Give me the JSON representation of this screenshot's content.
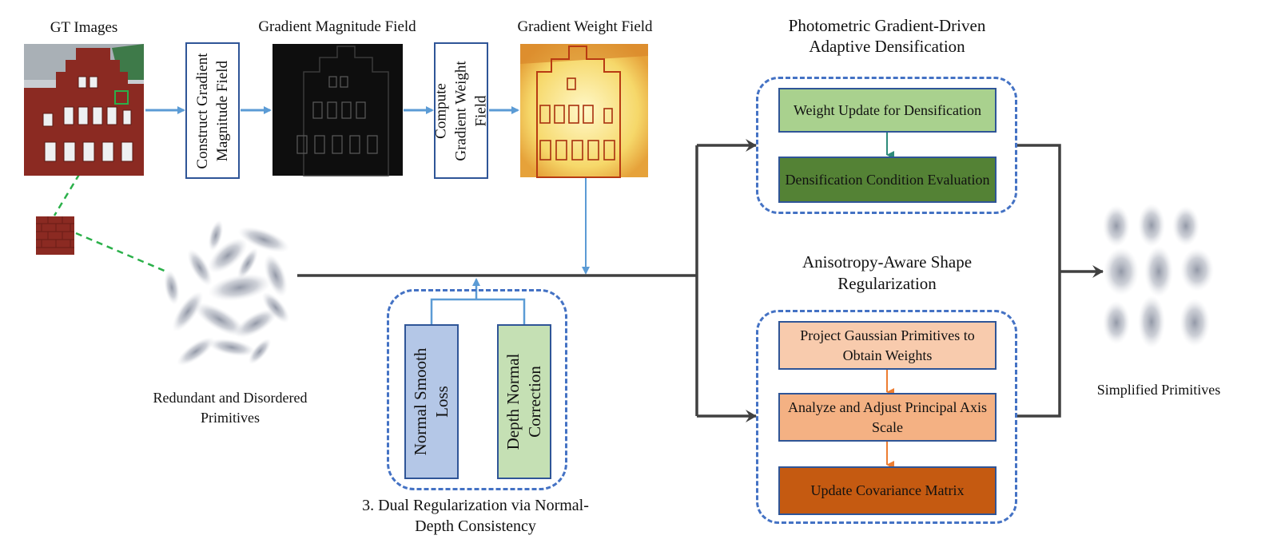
{
  "labels": {
    "gt_images": "GT Images",
    "grad_mag_field": "Gradient Magnitude Field",
    "grad_weight_field": "Gradient Weight Field",
    "photometric_title": "Photometric Gradient-Driven Adaptive Densification",
    "anisotropy_title": "Anisotropy-Aware Shape Regularization",
    "redundant": "Redundant and Disordered Primitives",
    "simplified": "Simplified Primitives",
    "dual_reg": "3. Dual Regularization via Normal-Depth Consistency"
  },
  "steps": {
    "construct": "Construct Gradient Magnitude Field",
    "compute": "Compute Gradient Weight Field",
    "normal_smooth": "Normal Smooth Loss",
    "depth_normal": "Depth Normal Correction"
  },
  "densification": {
    "weight_update": "Weight Update for Densification",
    "condition_eval": "Densification Condition Evaluation"
  },
  "shape_reg": {
    "project": "Project Gaussian Primitives to Obtain Weights",
    "analyze": "Analyze and Adjust Principal Axis Scale",
    "update_cov": "Update Covariance Matrix"
  },
  "colors": {
    "arrow_blue": "#5b9bd5",
    "flow_dark": "#404040",
    "dash_blue": "#4472c4",
    "green_light": "#a9d18e",
    "green_dark": "#548235",
    "orange_1": "#f8cbad",
    "orange_2": "#f4b183",
    "orange_3": "#c55a11",
    "blue_box": "#b4c7e7",
    "green_box": "#c5e0b4",
    "brick": "#8b2a22"
  }
}
